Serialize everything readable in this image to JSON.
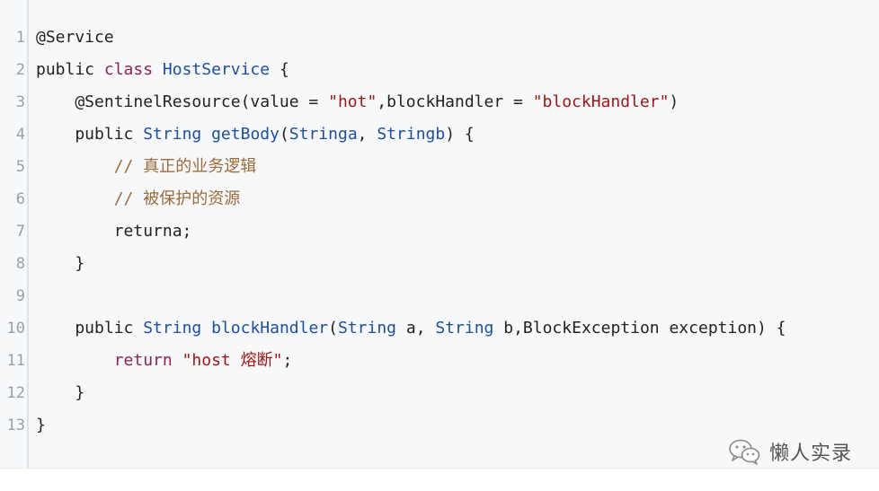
{
  "editor": {
    "background": "#f6f8fa",
    "lines": [
      {
        "number": "1",
        "tokens": [
          {
            "t": "@Service",
            "c": "plain"
          }
        ]
      },
      {
        "number": "2",
        "tokens": [
          {
            "t": "public ",
            "c": "plain"
          },
          {
            "t": "class ",
            "c": "kw"
          },
          {
            "t": "HostService",
            "c": "type"
          },
          {
            "t": " {",
            "c": "plain"
          }
        ]
      },
      {
        "number": "3",
        "tokens": [
          {
            "t": "    @SentinelResource(value = ",
            "c": "plain"
          },
          {
            "t": "\"hot\"",
            "c": "str"
          },
          {
            "t": ",blockHandler = ",
            "c": "plain"
          },
          {
            "t": "\"blockHandler\"",
            "c": "str"
          },
          {
            "t": ")",
            "c": "plain"
          }
        ]
      },
      {
        "number": "4",
        "tokens": [
          {
            "t": "    public ",
            "c": "plain"
          },
          {
            "t": "String",
            "c": "type"
          },
          {
            "t": " ",
            "c": "plain"
          },
          {
            "t": "getBody",
            "c": "type"
          },
          {
            "t": "(",
            "c": "plain"
          },
          {
            "t": "Stringa",
            "c": "type"
          },
          {
            "t": ", ",
            "c": "plain"
          },
          {
            "t": "Stringb",
            "c": "type"
          },
          {
            "t": ") {",
            "c": "plain"
          }
        ]
      },
      {
        "number": "5",
        "tokens": [
          {
            "t": "        // ",
            "c": "comment"
          },
          {
            "t": "真正的业务逻辑",
            "c": "comment-cjk"
          }
        ]
      },
      {
        "number": "6",
        "tokens": [
          {
            "t": "        // ",
            "c": "comment"
          },
          {
            "t": "被保护的资源",
            "c": "comment-cjk"
          }
        ]
      },
      {
        "number": "7",
        "tokens": [
          {
            "t": "        returna;",
            "c": "plain"
          }
        ]
      },
      {
        "number": "8",
        "tokens": [
          {
            "t": "    }",
            "c": "plain"
          }
        ]
      },
      {
        "number": "9",
        "tokens": []
      },
      {
        "number": "10",
        "tokens": [
          {
            "t": "    public ",
            "c": "plain"
          },
          {
            "t": "String",
            "c": "type"
          },
          {
            "t": " ",
            "c": "plain"
          },
          {
            "t": "blockHandler",
            "c": "type"
          },
          {
            "t": "(",
            "c": "plain"
          },
          {
            "t": "String",
            "c": "type"
          },
          {
            "t": " a, ",
            "c": "plain"
          },
          {
            "t": "String",
            "c": "type"
          },
          {
            "t": " b,BlockException exception) {",
            "c": "plain"
          }
        ]
      },
      {
        "number": "11",
        "tokens": [
          {
            "t": "        ",
            "c": "plain"
          },
          {
            "t": "return ",
            "c": "kw"
          },
          {
            "t": "\"host ",
            "c": "str"
          },
          {
            "t": "熔断",
            "c": "str-cjk"
          },
          {
            "t": "\"",
            "c": "str"
          },
          {
            "t": ";",
            "c": "plain"
          }
        ]
      },
      {
        "number": "12",
        "tokens": [
          {
            "t": "    }",
            "c": "plain"
          }
        ]
      },
      {
        "number": "13",
        "tokens": [
          {
            "t": "}",
            "c": "plain"
          }
        ]
      }
    ]
  },
  "watermark": {
    "icon": "wechat-icon",
    "text": "懒人实录"
  },
  "colors": {
    "keyword": "#8b2252",
    "type": "#1a4fa3",
    "string": "#a31515",
    "comment": "#9b6b3c",
    "line_number": "#9aa0a6"
  }
}
